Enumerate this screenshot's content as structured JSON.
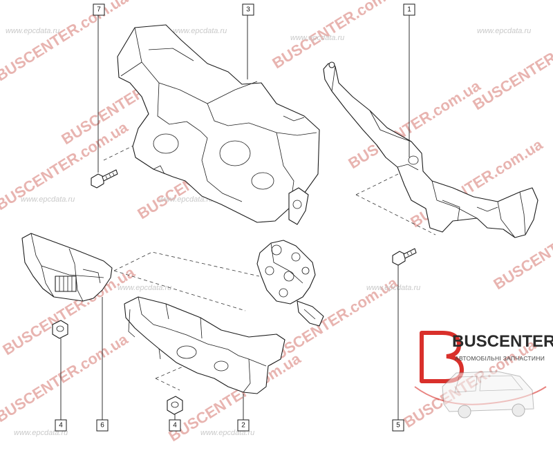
{
  "watermarks": {
    "brand": "BUSCENTER.com.ua",
    "source": "www.epcdata.ru"
  },
  "callouts": [
    "7",
    "3",
    "1",
    "6",
    "4",
    "2",
    "4",
    "5"
  ],
  "logo": {
    "name": "BUSCENTER",
    "tagline": "АВТОМОБІЛЬНІ ЗАПЧАСТИНИ",
    "accent_color": "#d9302b"
  },
  "colors": {
    "watermark_red": "#e8b4b0",
    "watermark_gray": "#c9c9c9",
    "line": "#1a1a1a"
  }
}
